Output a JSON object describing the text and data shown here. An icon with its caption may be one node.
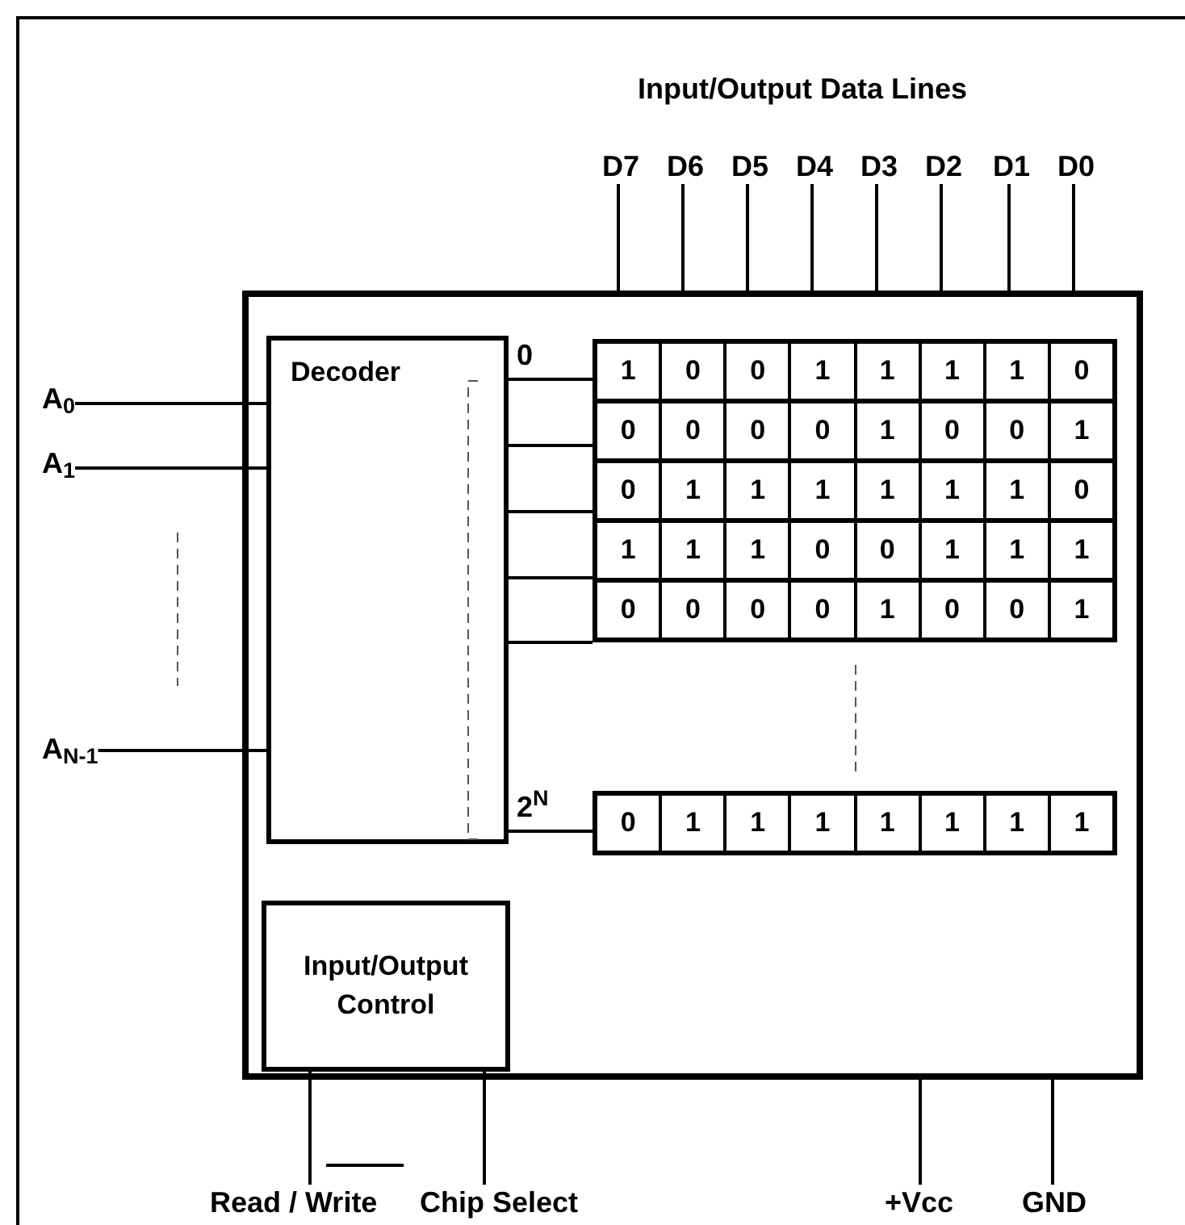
{
  "diagram": {
    "nodes": [
      {
        "text": [],
        "shape": "box"
      },
      {
        "text": [
          "Decoder"
        ],
        "in": 0
      },
      {
        "text": [
          "1",
          "0",
          "0",
          "1",
          "1",
          "1",
          "1",
          "0"
        ],
        "in": 0
      },
      {
        "text": [
          "0",
          "0",
          "0",
          "0",
          "1",
          "0",
          "0",
          "1"
        ],
        "in": 0
      },
      {
        "text": [
          "0",
          "1",
          "1",
          "1",
          "1",
          "1",
          "1",
          "0"
        ],
        "in": 0
      },
      {
        "text": [
          "1",
          "1",
          "1",
          "0",
          "0",
          "1",
          "1",
          "1"
        ],
        "in": 0
      },
      {
        "text": [
          "0",
          "0",
          "0",
          "0",
          "1",
          "0",
          "0",
          "1"
        ],
        "in": 0
      },
      {
        "text": [
          "0",
          "1",
          "1",
          "1",
          "1",
          "1",
          "1",
          "1"
        ],
        "in": 0
      },
      {
        "text": [
          "Input/Output Control"
        ],
        "in": 0
      },
      {
        "text": [
          "A$_{0}$"
        ]
      },
      {
        "text": [
          "A$_{1}$"
        ]
      },
      {
        "text": [
          "A$_{N-1}$"
        ]
      },
      {
        "text": [
          "D7"
        ]
      },
      {
        "text": [
          "D6"
        ]
      },
      {
        "text": [
          "D5"
        ]
      },
      {
        "text": [
          "D4"
        ]
      },
      {
        "text": [
          "D3"
        ]
      },
      {
        "text": [
          "D2"
        ]
      },
      {
        "text": [
          "D1"
        ]
      },
      {
        "text": [
          "D0"
        ]
      },
      {
        "text": [
          "Read / Write"
        ]
      },
      {
        "text": [
          "Chip Select"
        ]
      },
      {
        "text": [
          "+Vcc"
        ]
      },
      {
        "text": [
          "GND"
        ]
      }
    ],
    "edges": [
      {
        "from": 9,
        "to": 1,
        "arrow": "none"
      },
      {
        "from": 10,
        "to": 1,
        "arrow": "none"
      },
      {
        "from": 11,
        "to": 1,
        "arrow": "none"
      },
      {
        "from": 1,
        "to": 2,
        "arrow": "none",
        "label": "0"
      },
      {
        "from": 1,
        "to": 3,
        "arrow": "none"
      },
      {
        "from": 1,
        "to": 4,
        "arrow": "none"
      },
      {
        "from": 1,
        "to": 5,
        "arrow": "none"
      },
      {
        "from": 1,
        "to": 6,
        "arrow": "none"
      },
      {
        "from": 1,
        "to": 7,
        "arrow": "none",
        "label": "2$^{N}$"
      },
      {
        "from": 12,
        "to": 0,
        "arrow": "none"
      },
      {
        "from": 13,
        "to": 0,
        "arrow": "none"
      },
      {
        "from": 14,
        "to": 0,
        "arrow": "none"
      },
      {
        "from": 15,
        "to": 0,
        "arrow": "none"
      },
      {
        "from": 16,
        "to": 0,
        "arrow": "none"
      },
      {
        "from": 17,
        "to": 0,
        "arrow": "none"
      },
      {
        "from": 18,
        "to": 0,
        "arrow": "none"
      },
      {
        "from": 19,
        "to": 0,
        "arrow": "none"
      },
      {
        "from": 20,
        "to": 8,
        "arrow": "none"
      },
      {
        "from": 21,
        "to": 8,
        "arrow": "none"
      },
      {
        "from": 22,
        "to": 0,
        "arrow": "none"
      },
      {
        "from": 23,
        "to": 0,
        "arrow": "none"
      }
    ],
    "labels": [
      "Input/Output Data Lines"
    ]
  }
}
